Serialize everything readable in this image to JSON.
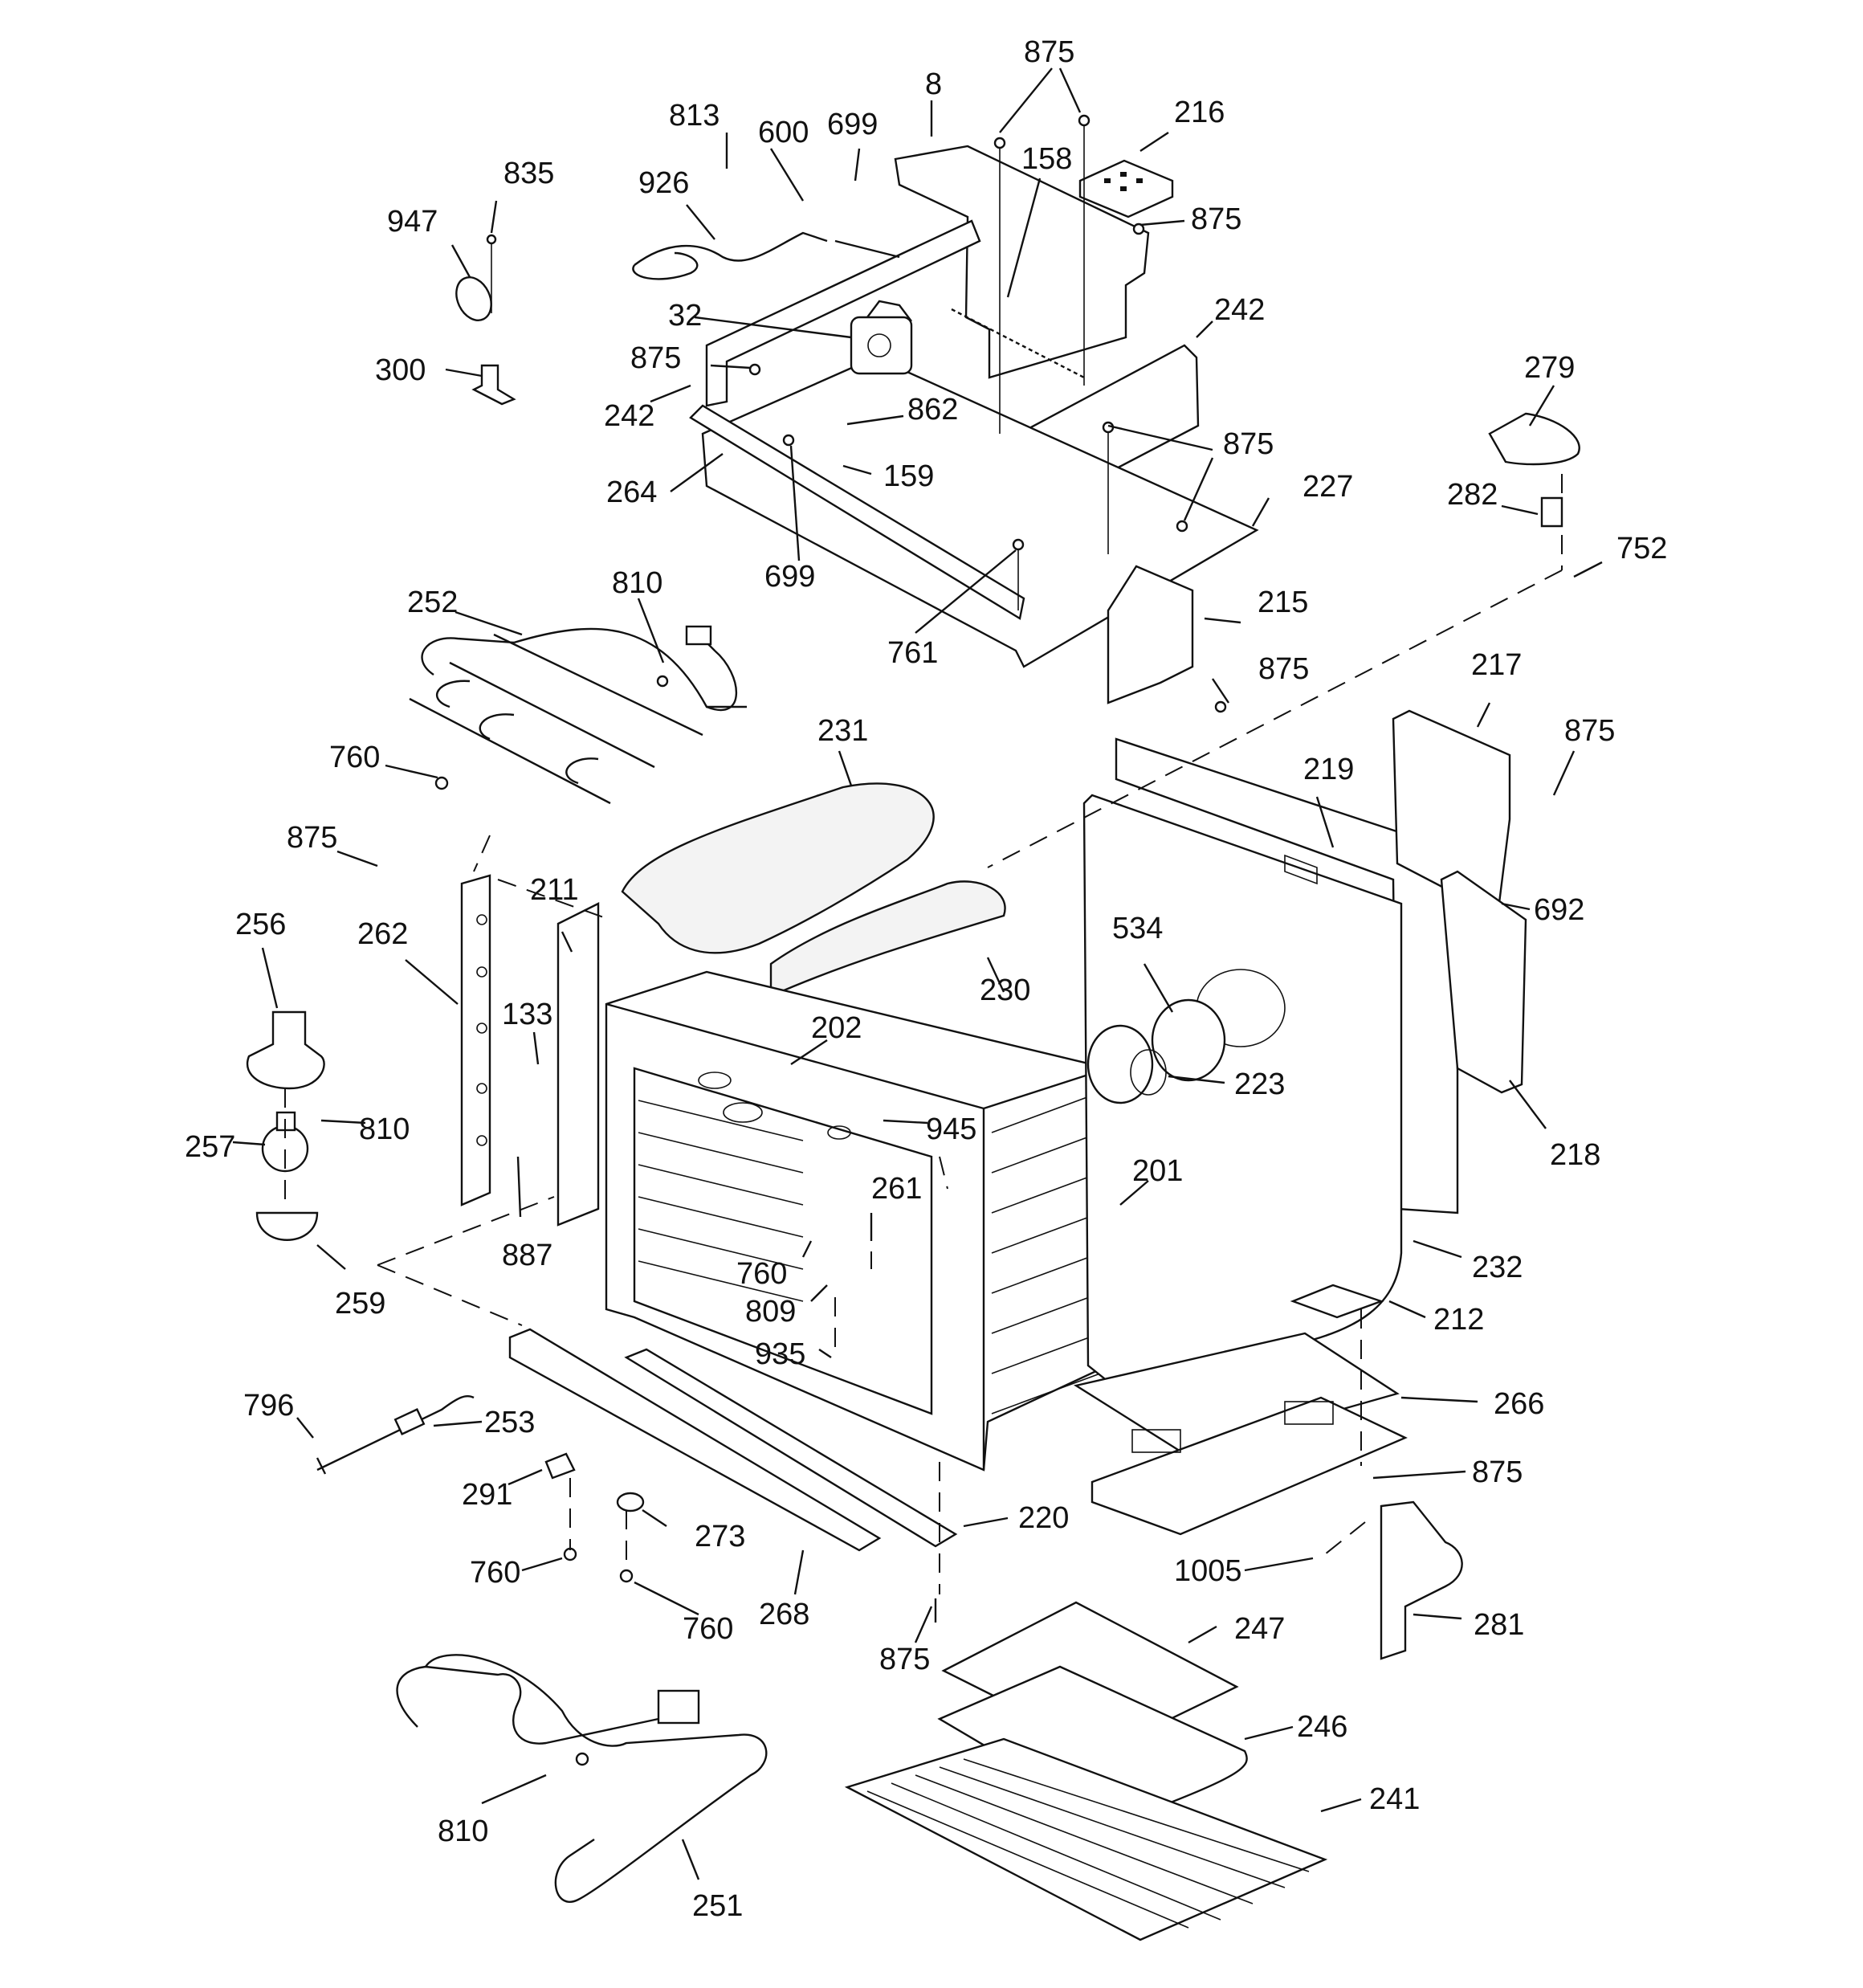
{
  "labels": {
    "l875_a": "875",
    "l8": "8",
    "l216": "216",
    "l813": "813",
    "l600": "600",
    "l699_a": "699",
    "l835": "835",
    "l926": "926",
    "l947": "947",
    "l158": "158",
    "l875_b": "875",
    "l242_a": "242",
    "l32": "32",
    "l875_c": "875",
    "l300": "300",
    "l242_b": "242",
    "l862": "862",
    "l875_d": "875",
    "l279": "279",
    "l264": "264",
    "l159": "159",
    "l227": "227",
    "l282": "282",
    "l752": "752",
    "l699_b": "699",
    "l215": "215",
    "l810_a": "810",
    "l252": "252",
    "l761": "761",
    "l875_e": "875",
    "l217": "217",
    "l231": "231",
    "l875_f": "875",
    "l219": "219",
    "l760_a": "760",
    "l875_g": "875",
    "l692": "692",
    "l211": "211",
    "l256": "256",
    "l262": "262",
    "l534": "534",
    "l230": "230",
    "l133": "133",
    "l202": "202",
    "l223": "223",
    "l810_b": "810",
    "l218": "218",
    "l945": "945",
    "l257": "257",
    "l201": "201",
    "l261": "261",
    "l887": "887",
    "l760_b": "760",
    "l232": "232",
    "l259": "259",
    "l809": "809",
    "l212": "212",
    "l935": "935",
    "l796": "796",
    "l266": "266",
    "l253": "253",
    "l875_h": "875",
    "l291": "291",
    "l273": "273",
    "l220": "220",
    "l1005": "1005",
    "l760_c": "760",
    "l268": "268",
    "l760_d": "760",
    "l281": "281",
    "l247": "247",
    "l875_i": "875",
    "l246": "246",
    "l241": "241",
    "l810_c": "810",
    "l251": "251"
  }
}
